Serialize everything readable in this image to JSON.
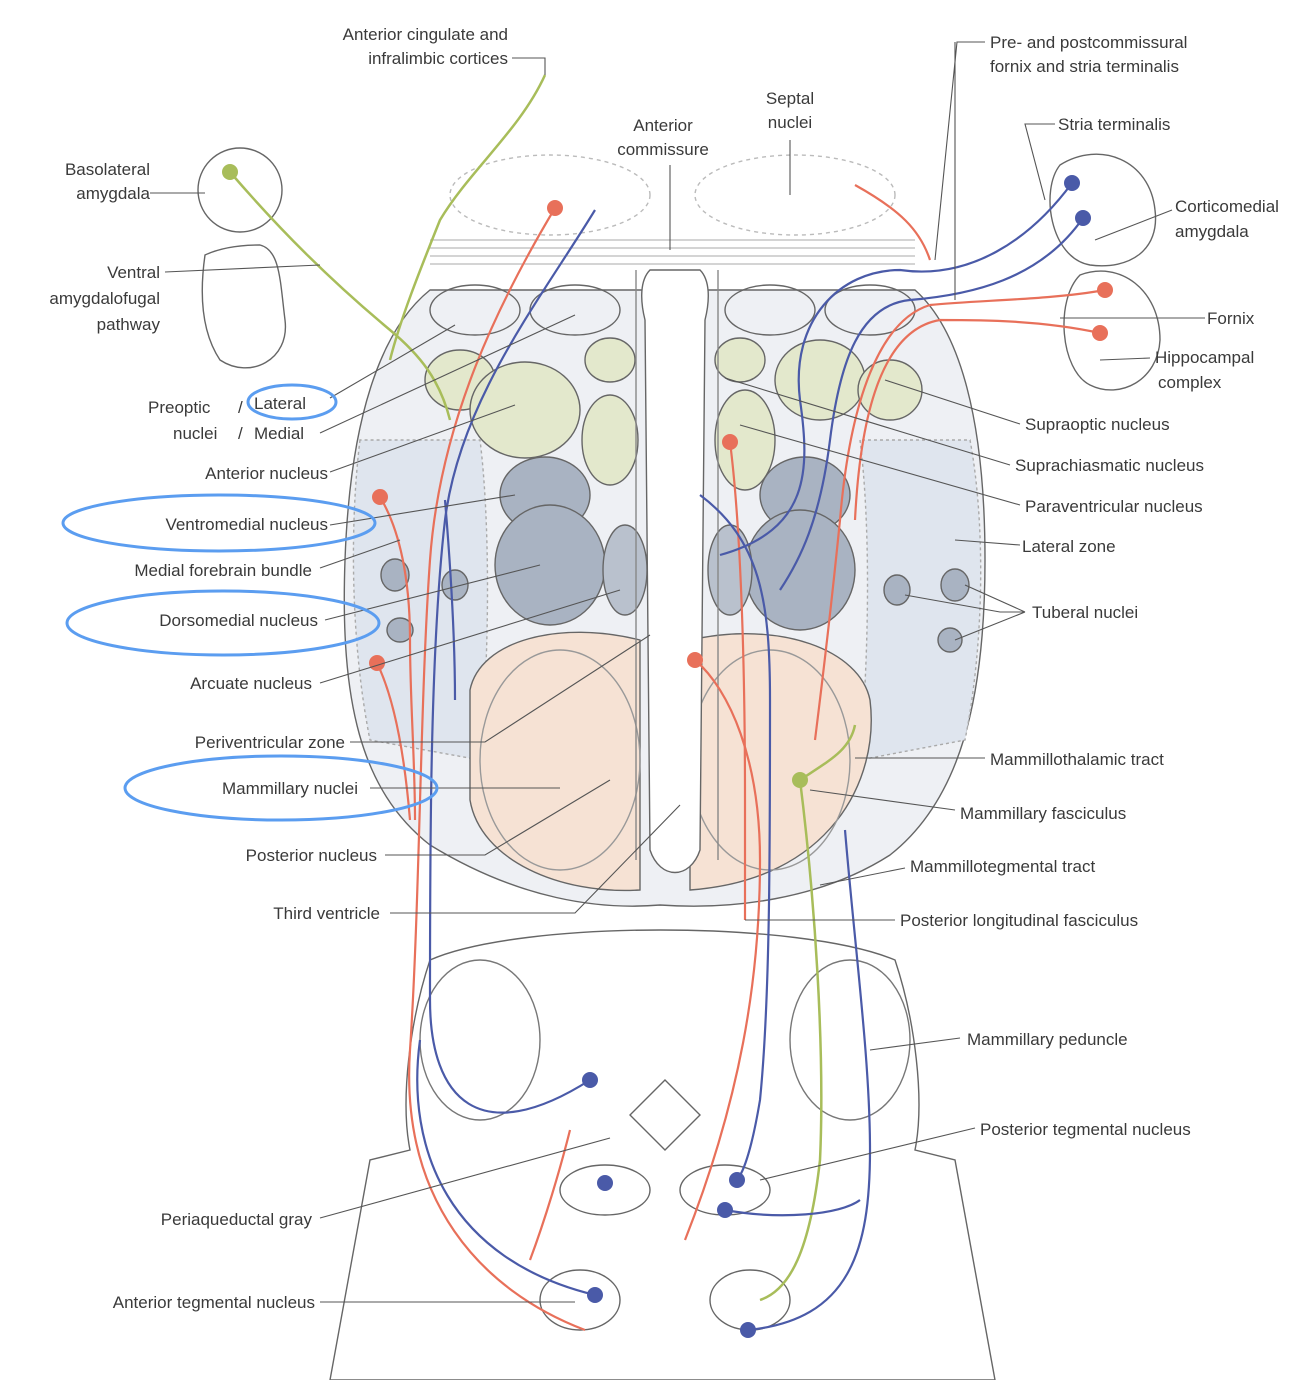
{
  "labels": {
    "anterior_cingulate": [
      "Anterior cingulate and",
      "infralimbic cortices"
    ],
    "pre_postcommissural": [
      "Pre- and postcommissural",
      "fornix and stria terminalis"
    ],
    "septal_nuclei": [
      "Septal",
      "nuclei"
    ],
    "anterior_commissure": [
      "Anterior",
      "commissure"
    ],
    "basolateral_amygdala": [
      "Basolateral",
      "amygdala"
    ],
    "stria_terminalis": "Stria terminalis",
    "corticomedial_amygdala": [
      "Corticomedial",
      "amygdala"
    ],
    "ventral_amygdalofugal": [
      "Ventral",
      "amygdalofugal",
      "pathway"
    ],
    "fornix": "Fornix",
    "hippocampal_complex": [
      "Hippocampal",
      "complex"
    ],
    "preoptic": "Preoptic",
    "nuclei": "nuclei",
    "lateral": "Lateral",
    "medial": "Medial",
    "supraoptic_nucleus": "Supraoptic nucleus",
    "anterior_nucleus": "Anterior nucleus",
    "suprachiasmatic_nucleus": "Suprachiasmatic nucleus",
    "paraventricular_nucleus": "Paraventricular nucleus",
    "ventromedial_nucleus": "Ventromedial nucleus",
    "lateral_zone": "Lateral zone",
    "medial_forebrain_bundle": "Medial forebrain bundle",
    "tuberal_nuclei": "Tuberal nuclei",
    "dorsomedial_nucleus": "Dorsomedial nucleus",
    "arcuate_nucleus": "Arcuate nucleus",
    "periventricular_zone": "Periventricular zone",
    "mammillothalamic_tract": "Mammillothalamic tract",
    "mammillary_nuclei": "Mammillary nuclei",
    "mammillary_fasciculus": "Mammillary fasciculus",
    "posterior_nucleus": "Posterior nucleus",
    "mammillotegmental_tract": "Mammillotegmental tract",
    "third_ventricle": "Third ventricle",
    "posterior_longitudinal_fasciculus": "Posterior longitudinal fasciculus",
    "mammillary_peduncle": "Mammillary peduncle",
    "posterior_tegmental_nucleus": "Posterior tegmental nucleus",
    "periaqueductal_gray": "Periaqueductal gray",
    "anterior_tegmental_nucleus": "Anterior tegmental nucleus"
  },
  "colors": {
    "red_fiber": "#e8705a",
    "blue_fiber": "#4a5aa8",
    "green_fiber": "#a8bd5a",
    "highlight_ring": "#5b9df0",
    "outline": "#555555",
    "zone_blue": "#dde3ee",
    "nucleus_green": "#e3e8cc",
    "nucleus_gray": "#a9b3c2",
    "mammillary_peach": "#f6e2d4"
  }
}
